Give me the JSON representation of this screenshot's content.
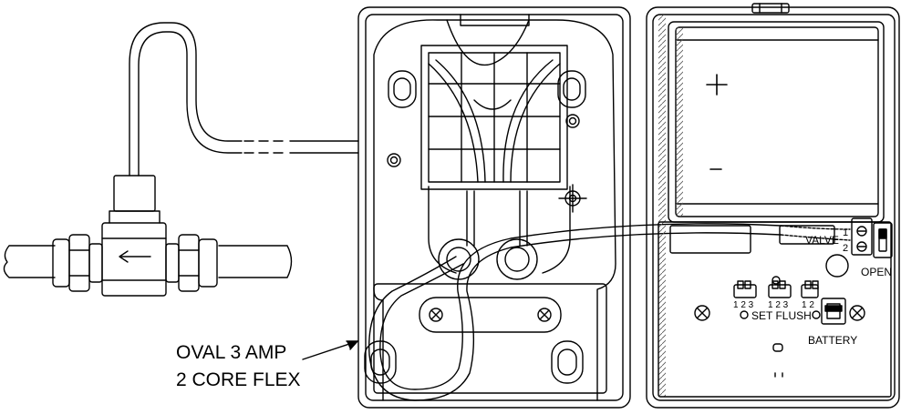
{
  "labels": {
    "cable_line1": "OVAL 3 AMP",
    "cable_line2": "2 CORE FLEX",
    "valve": "VALVE",
    "valve_term_1": "1",
    "valve_term_2": "2",
    "open": "OPEN",
    "set_flush": "SET FLUSH",
    "battery": "BATTERY",
    "jumper1_nums": "1 2 3",
    "jumper2_nums": "1 2 3",
    "jumper3_nums": "1 2"
  },
  "icons": {
    "plus": "+",
    "minus": "−",
    "flow_arrow": "arrow-left"
  },
  "colors": {
    "line": "#000000",
    "background": "#ffffff",
    "hatch": "#555555"
  }
}
